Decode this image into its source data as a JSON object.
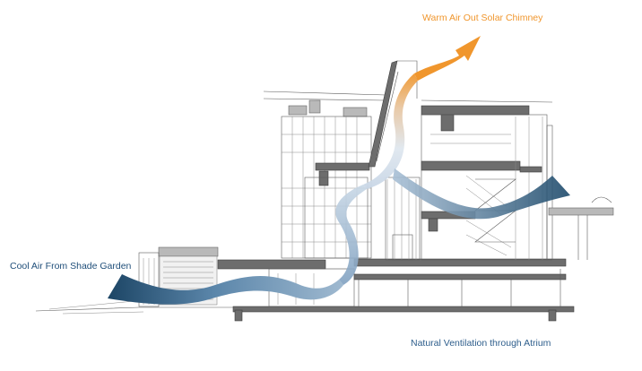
{
  "labels": {
    "warm": "Warm Air Out Solar Chimney",
    "cool": "Cool Air From Shade Garden",
    "natural": "Natural Ventilation through Atrium"
  },
  "colors": {
    "warm_arrow": "#f0962d",
    "cool_airflow": "#1d4a6b",
    "label_warm": "#f0962d",
    "label_cool": "#1f4e79",
    "label_natural": "#2e5e8c",
    "structure": "#6d6d6d"
  }
}
